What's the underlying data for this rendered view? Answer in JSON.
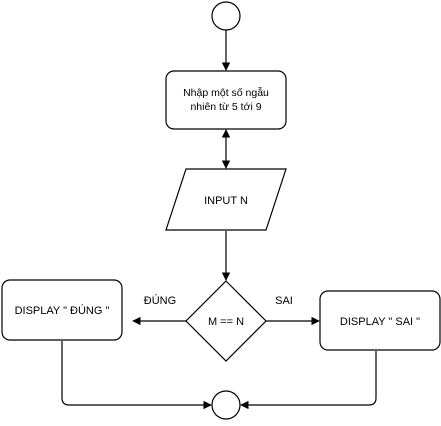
{
  "flowchart": {
    "process_text_line1": "Nhập một số ngẫu",
    "process_text_line2": "nhiên từ 5 tới 9",
    "input_text": "INPUT N",
    "decision_text": "M == N",
    "left_branch_label": "ĐÚNG",
    "right_branch_label": "SAI",
    "display_true_text": "DISPLAY \" ĐÚNG \"",
    "display_false_text": "DISPLAY \" SAI \""
  },
  "colors": {
    "stroke": "#000000",
    "fill": "#ffffff",
    "text": "#000000"
  }
}
